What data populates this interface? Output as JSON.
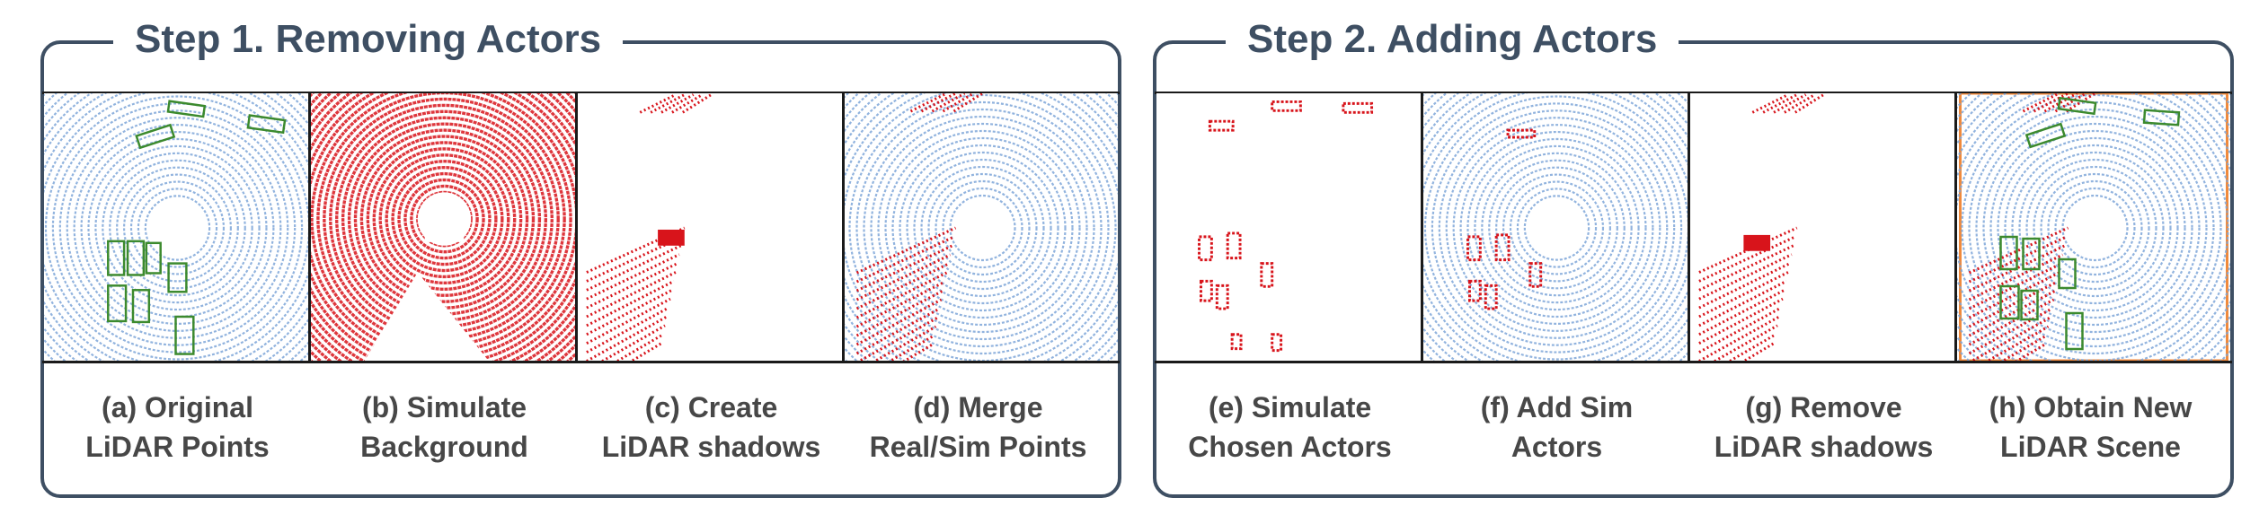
{
  "steps": [
    {
      "title": "Step 1. Removing Actors",
      "panels": [
        {
          "id": "a",
          "caption_l1": "(a) Original",
          "caption_l2": "LiDAR Points",
          "content": "real"
        },
        {
          "id": "b",
          "caption_l1": "(b) Simulate",
          "caption_l2": "Background",
          "content": "sim_background"
        },
        {
          "id": "c",
          "caption_l1": "(c) Create",
          "caption_l2": "LiDAR shadows",
          "content": "shadows"
        },
        {
          "id": "d",
          "caption_l1": "(d) Merge",
          "caption_l2": "Real/Sim Points",
          "content": "merged"
        }
      ]
    },
    {
      "title": "Step 2. Adding Actors",
      "panels": [
        {
          "id": "e",
          "caption_l1": "(e) Simulate",
          "caption_l2": "Chosen Actors",
          "content": "actors"
        },
        {
          "id": "f",
          "caption_l1": "(f) Add Sim",
          "caption_l2": "Actors",
          "content": "added"
        },
        {
          "id": "g",
          "caption_l1": "(g) Remove",
          "caption_l2": "LiDAR shadows",
          "content": "shadows_removed"
        },
        {
          "id": "h",
          "caption_l1": "(h) Obtain New",
          "caption_l2": "LiDAR Scene",
          "content": "final"
        }
      ]
    }
  ],
  "colors": {
    "frame": "#3e4f63",
    "real_points": "#7ea6d8",
    "sim_points": "#d8141b",
    "actor_box": "#3c8a2e",
    "caption_text": "#474747"
  }
}
